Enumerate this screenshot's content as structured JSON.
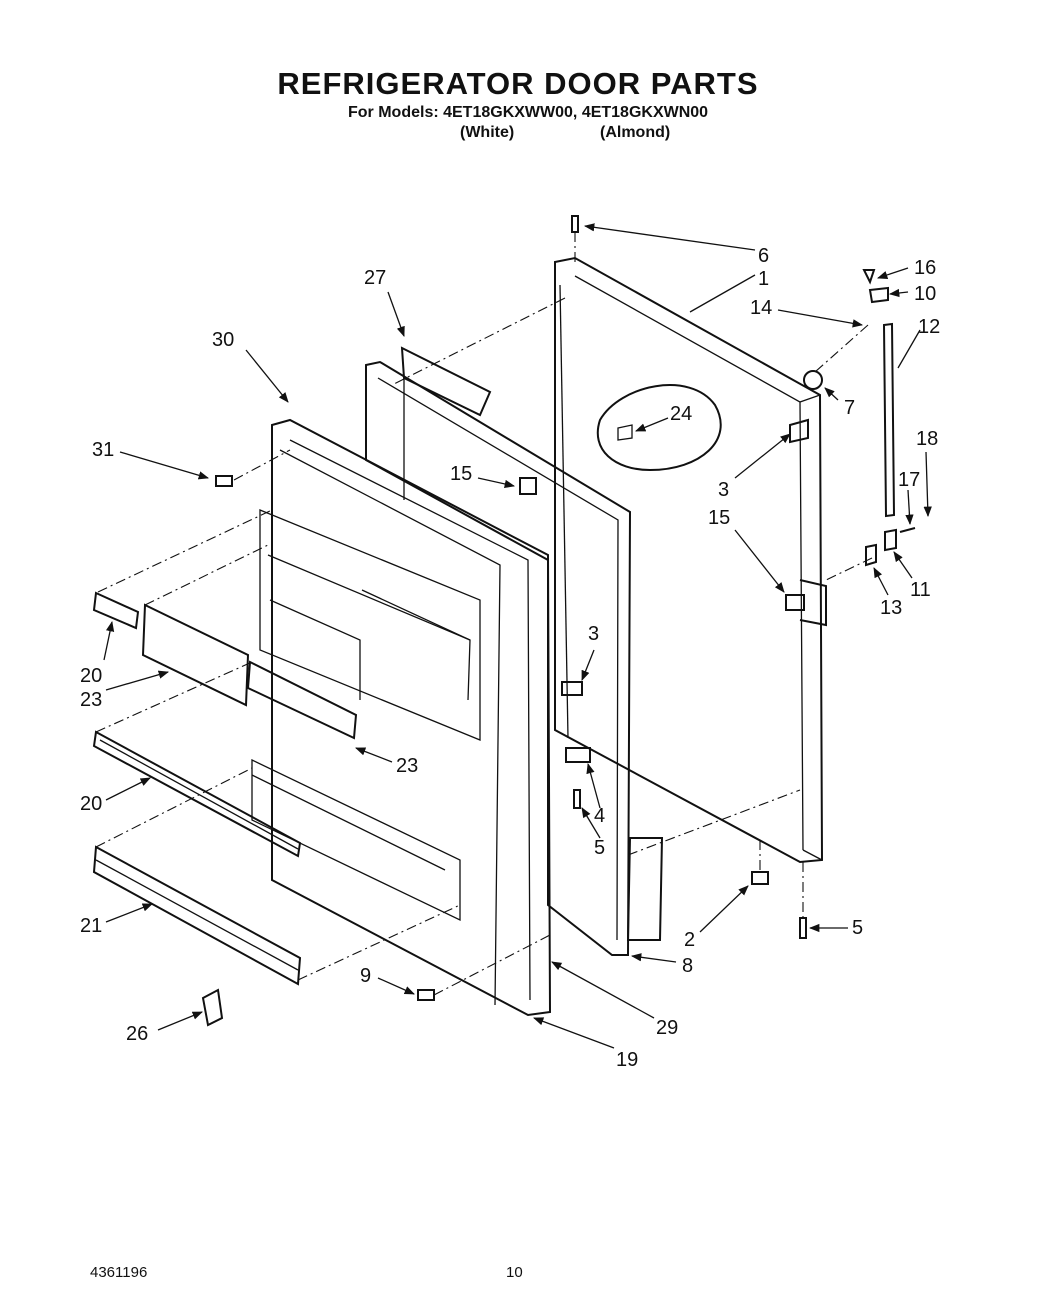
{
  "header": {
    "title": "REFRIGERATOR DOOR PARTS",
    "models_line": "For Models: 4ET18GKXWW00, 4ET18GKXWN00",
    "variants": [
      "(White)",
      "(Almond)"
    ]
  },
  "callouts": [
    "6",
    "1",
    "16",
    "10",
    "27",
    "14",
    "12",
    "30",
    "7",
    "24",
    "18",
    "31",
    "15",
    "3",
    "17",
    "15",
    "11",
    "13",
    "3",
    "20",
    "23",
    "23",
    "4",
    "5",
    "20",
    "21",
    "2",
    "5",
    "8",
    "9",
    "29",
    "26",
    "19"
  ],
  "footer": {
    "doc_number": "4361196",
    "page_number": "10"
  }
}
